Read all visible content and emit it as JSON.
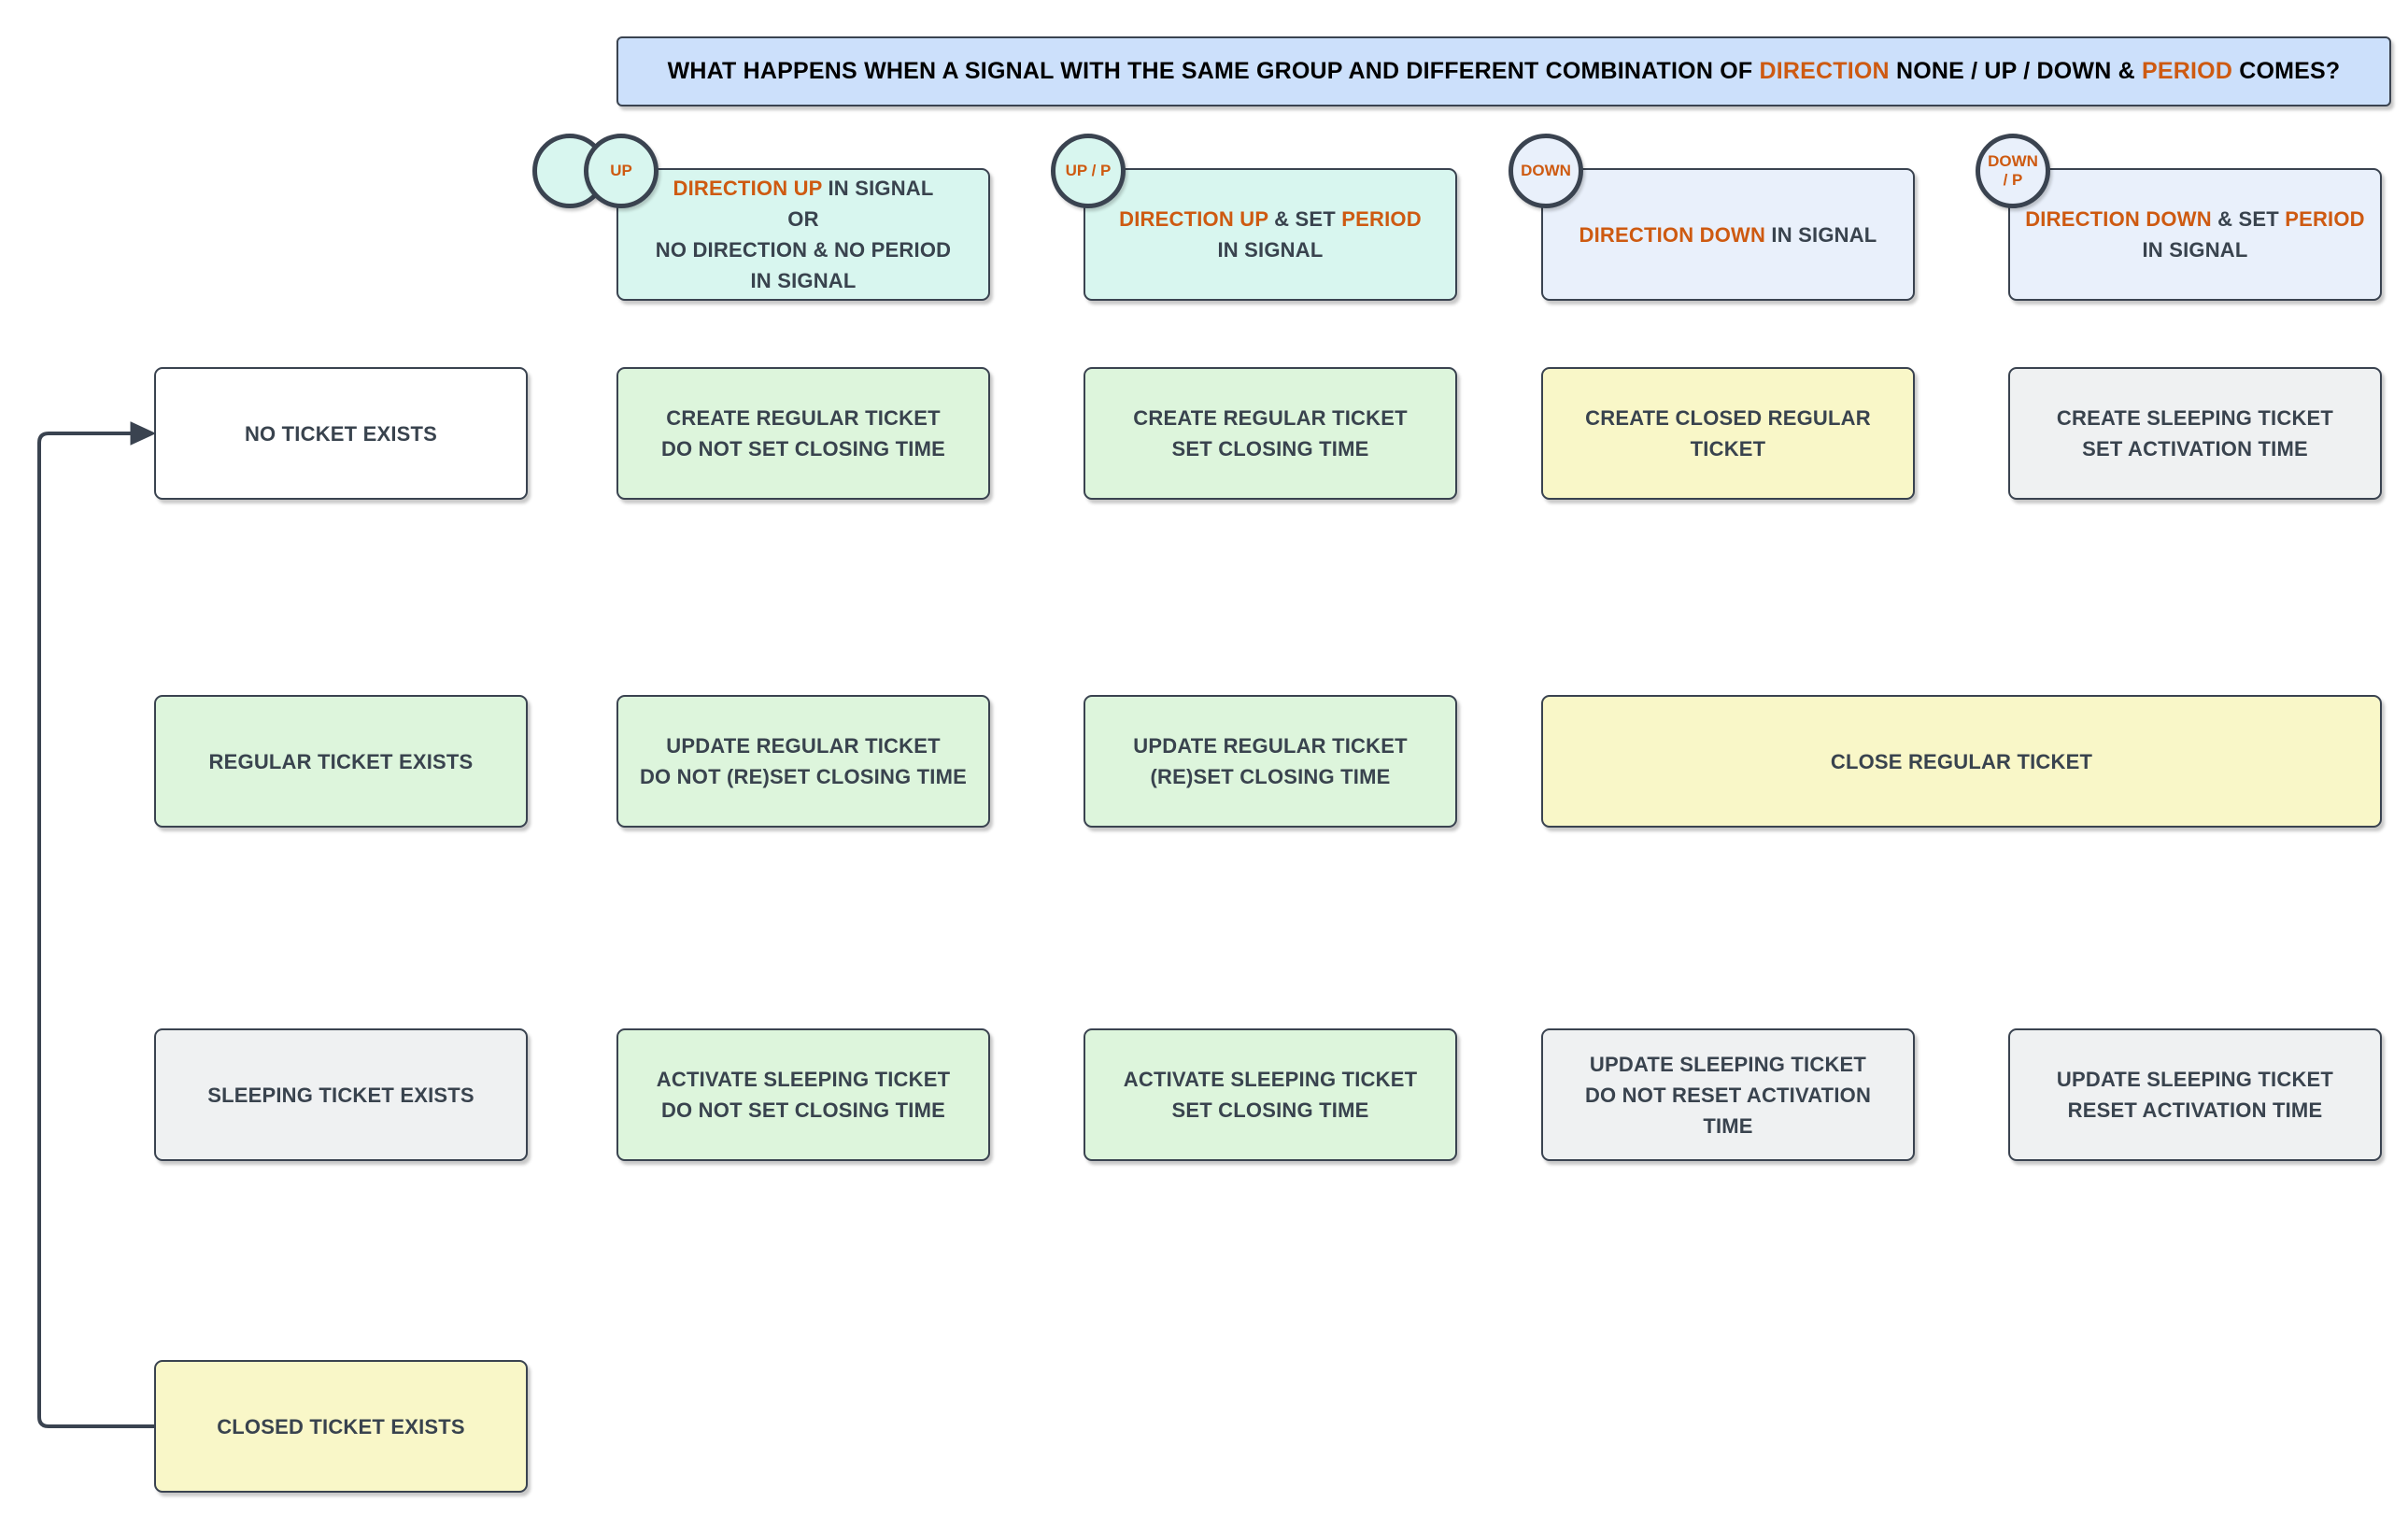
{
  "palette": {
    "accent_orange": "#CE5A11",
    "border_dark": "#3A4350",
    "node_text": "#39434E",
    "title_text": "#000000",
    "title_fill": "#CCE0FB",
    "teal_fill": "#D8F6EF",
    "blue_fill": "#E9F0FB",
    "green_fill": "#DDF5DC",
    "yellow_fill": "#F9F7C8",
    "gray_fill": "#EFF1F2",
    "white_fill": "#FFFFFF",
    "canvas_bg": "#FFFFFF"
  },
  "title": {
    "part1": "WHAT HAPPENS WHEN A SIGNAL WITH THE SAME GROUP AND DIFFERENT COMBINATION OF ",
    "part2": "DIRECTION",
    "part3": " NONE / UP / DOWN & ",
    "part4": "PERIOD",
    "part5": " COMES?"
  },
  "columns": [
    {
      "badge": "UP",
      "accent1": "DIRECTION UP",
      "rest1": " IN SIGNAL",
      "line2": "OR",
      "line3": "NO DIRECTION & NO PERIOD",
      "line4": "IN SIGNAL"
    },
    {
      "badge": "UP / P",
      "accent1": "DIRECTION UP",
      "mid": " & SET ",
      "accent2": "PERIOD",
      "line2": "IN SIGNAL"
    },
    {
      "badge": "DOWN",
      "accent1": "DIRECTION DOWN",
      "rest1": " IN SIGNAL"
    },
    {
      "badge_line1": "DOWN",
      "badge_line2": "/ P",
      "accent1": "DIRECTION DOWN",
      "mid": " & SET ",
      "accent2": "PERIOD",
      "line2": "IN SIGNAL"
    }
  ],
  "rows": [
    {
      "label": "NO TICKET EXISTS"
    },
    {
      "label": "REGULAR TICKET EXISTS"
    },
    {
      "label": "SLEEPING TICKET EXISTS"
    },
    {
      "label": "CLOSED TICKET EXISTS"
    }
  ],
  "cells": {
    "no_ticket": {
      "up": {
        "line1": "CREATE REGULAR TICKET",
        "line2": "DO NOT SET CLOSING TIME"
      },
      "up_p": {
        "line1": "CREATE REGULAR TICKET",
        "line2": "SET CLOSING TIME"
      },
      "down": {
        "line1": "CREATE CLOSED REGULAR",
        "line2": "TICKET"
      },
      "down_p": {
        "line1": "CREATE SLEEPING TICKET",
        "line2": "SET ACTIVATION TIME"
      }
    },
    "regular": {
      "up": {
        "line1": "UPDATE REGULAR TICKET",
        "line2": "DO NOT (RE)SET CLOSING TIME"
      },
      "up_p": {
        "line1": "UPDATE REGULAR TICKET",
        "line2": "(RE)SET CLOSING TIME"
      },
      "down_merged": {
        "line1": "CLOSE REGULAR TICKET"
      }
    },
    "sleeping": {
      "up": {
        "line1": "ACTIVATE SLEEPING TICKET",
        "line2": "DO NOT SET CLOSING TIME"
      },
      "up_p": {
        "line1": "ACTIVATE SLEEPING TICKET",
        "line2": "SET CLOSING TIME"
      },
      "down": {
        "line1": "UPDATE SLEEPING TICKET",
        "line2": "DO NOT RESET ACTIVATION TIME"
      },
      "down_p": {
        "line1": "UPDATE SLEEPING TICKET",
        "line2": "RESET ACTIVATION TIME"
      }
    }
  }
}
